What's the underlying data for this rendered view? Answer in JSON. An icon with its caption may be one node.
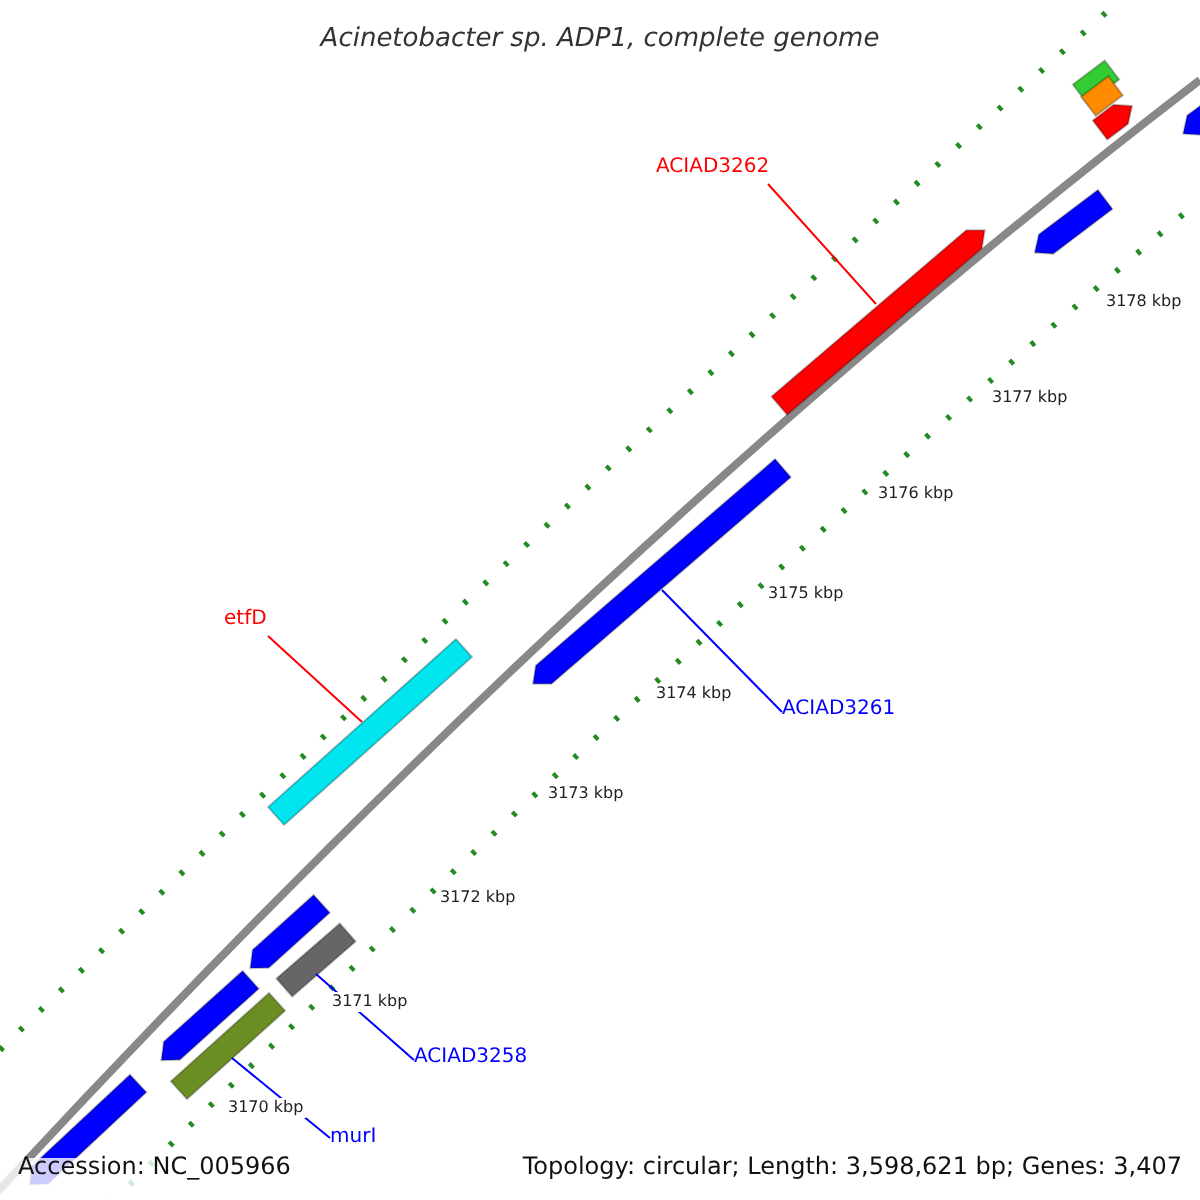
{
  "diagram": {
    "title": "Acinetobacter sp. ADP1, complete genome",
    "nodes": [
      {
        "text": [
          "ACIAD3262"
        ]
      },
      {
        "text": [],
        "shape": "arrow"
      },
      {
        "text": [
          "etfD"
        ]
      },
      {
        "text": [],
        "shape": "box"
      },
      {
        "text": [
          "ACIAD3261"
        ]
      },
      {
        "text": [],
        "shape": "arrow"
      },
      {
        "text": [
          "ACIAD3258"
        ]
      },
      {
        "text": [],
        "shape": "box"
      },
      {
        "text": [
          "murI"
        ]
      },
      {
        "text": [],
        "shape": "box"
      }
    ],
    "edges": [
      {
        "from": 0,
        "to": 1,
        "arrow": "none",
        "color": "#ff0000"
      },
      {
        "from": 2,
        "to": 3,
        "arrow": "none",
        "color": "#ff0000"
      },
      {
        "from": 4,
        "to": 5,
        "arrow": "none"
      },
      {
        "from": 6,
        "to": 7,
        "arrow": "none"
      },
      {
        "from": 8,
        "to": 9,
        "arrow": "none"
      }
    ],
    "labels": [
      "3178 kbp",
      "3177 kbp",
      "3176 kbp",
      "3175 kbp",
      "3174 kbp",
      "3173 kbp",
      "3172 kbp",
      "3171 kbp",
      "3170 kbp",
      "Accession: NC_005966",
      "Topology: circular; Length: 3,598,621 bp; Genes: 3,407"
    ]
  }
}
